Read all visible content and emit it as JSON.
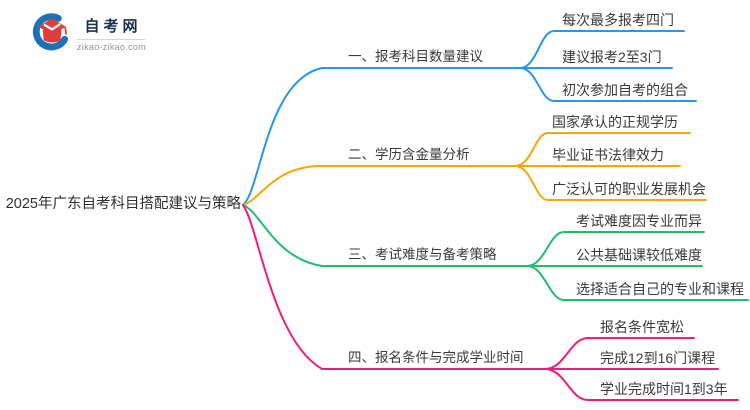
{
  "logo": {
    "site_name": "自考网",
    "site_url": "zikao-zikao.com",
    "brand_blue": "#1d71b8",
    "brand_red": "#e13c3c"
  },
  "mindmap": {
    "root": "2025年广东自考科目搭配建议与策略",
    "branches": [
      {
        "label": "一、报考科目数量建议",
        "color": "#2696f2",
        "children": [
          "每次最多报考四门",
          "建议报考2至3门",
          "初次参加自考的组合"
        ]
      },
      {
        "label": "二、学历含金量分析",
        "color": "#f7a60a",
        "children": [
          "国家承认的正规学历",
          "毕业证书法律效力",
          "广泛认可的职业发展机会"
        ]
      },
      {
        "label": "三、考试难度与备考策略",
        "color": "#1cbf6e",
        "children": [
          "考试难度因专业而异",
          "公共基础课较低难度",
          "选择适合自己的专业和课程"
        ]
      },
      {
        "label": "四、报名条件与完成学业时间",
        "color": "#f3197e",
        "children": [
          "报名条件宽松",
          "完成12到16门课程",
          "学业完成时间1到3年"
        ]
      }
    ]
  }
}
